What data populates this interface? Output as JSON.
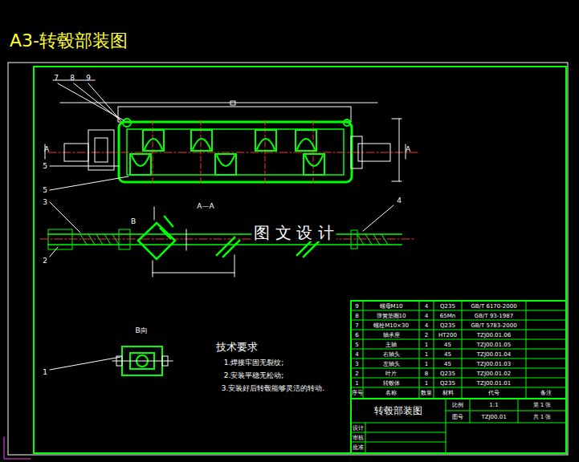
{
  "diagram": {
    "title": "A3-转毂部装图",
    "labels": [
      "7",
      "8",
      "9",
      "A",
      "A",
      "5",
      "5",
      "3",
      "A—A",
      "4",
      "B",
      "图 文 设 计",
      "2",
      "B向",
      "1",
      "技术要求",
      "1.焊接牢固无裂纹;",
      "2.安装平稳无松动;",
      "3.安装好后转毂能够灵活的转动.",
      "9",
      "螺母M10",
      "4",
      "Q235",
      "GB/T 6170-2000",
      "8",
      "弹簧垫圈10",
      "4",
      "65Mn",
      "GB/T 93-1987",
      "7",
      "螺栓M10×30",
      "4",
      "Q235",
      "GB/T 5783-2000",
      "6",
      "轴承座",
      "2",
      "HT200",
      "TZJ00.01.06",
      "5",
      "主轴",
      "1",
      "45",
      "TZJ00.01.05",
      "4",
      "右轴头",
      "1",
      "45",
      "TZJ00.01.04",
      "3",
      "左轴头",
      "1",
      "45",
      "TZJ00.01.03",
      "2",
      "叶片",
      "8",
      "Q235",
      "TZJ00.01.02",
      "1",
      "转毂体",
      "1",
      "Q235",
      "TZJ00.01.01",
      "序号",
      "名称",
      "数量",
      "材料",
      "代号",
      "备注",
      "转毂部装图",
      "比例",
      "1:1",
      "第 1 张",
      "图号",
      "TZJ00.01",
      "共 1 张",
      "设计",
      "审核",
      "批准"
    ]
  }
}
